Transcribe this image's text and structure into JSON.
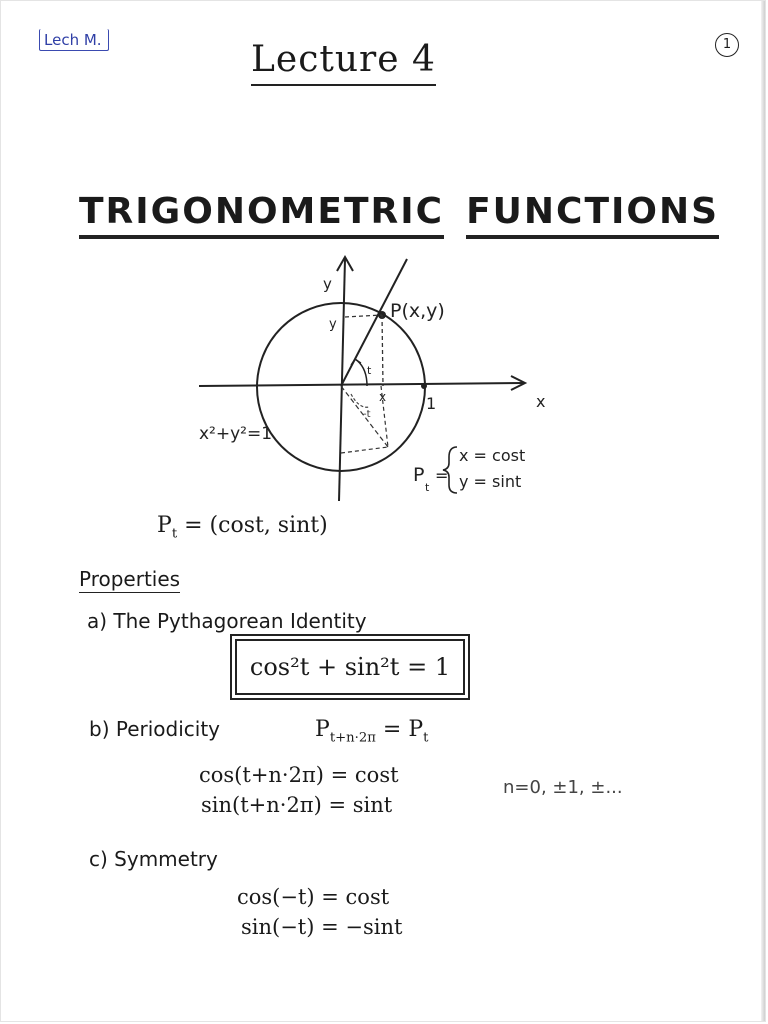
{
  "header": {
    "author_tag": "Lech M.",
    "page_number": "1",
    "lecture_title": "Lecture 4"
  },
  "title": {
    "word1": "TRIGONOMETRIC",
    "word2": "FUNCTIONS"
  },
  "diagram": {
    "x_axis_label": "x",
    "y_axis_label": "y",
    "point_label": "P(x,y)",
    "y_tick_label": "y",
    "x_tick_label": "x",
    "one_label": "1",
    "angle_label": "t",
    "neg_angle_label": "-t",
    "circle_equation": "x²+y²=1",
    "param_prefix": "P",
    "param_sub": "t",
    "param_x": "x = cost",
    "param_y": "y = sint"
  },
  "definition": {
    "lhs": "P",
    "lhs_sub": "t",
    "rhs": " = (cost, sint)"
  },
  "properties": {
    "heading": "Properties",
    "a": {
      "label": "a)  The Pythagorean Identity",
      "formula": "cos²t + sin²t = 1"
    },
    "b": {
      "label": "b)  Periodicity",
      "period_lhs": "P",
      "period_lhs_sub": "t+n·2π",
      "period_rhs": " = P",
      "period_rhs_sub": "t",
      "cos_formula": "cos(t+n·2π) = cost",
      "sin_formula": "sin(t+n·2π) = sint",
      "n_values": "n=0, ±1, ±..."
    },
    "c": {
      "label": "c)  Symmetry",
      "cos_formula": "cos(−t) = cost",
      "sin_formula": "sin(−t) = −sint"
    }
  }
}
